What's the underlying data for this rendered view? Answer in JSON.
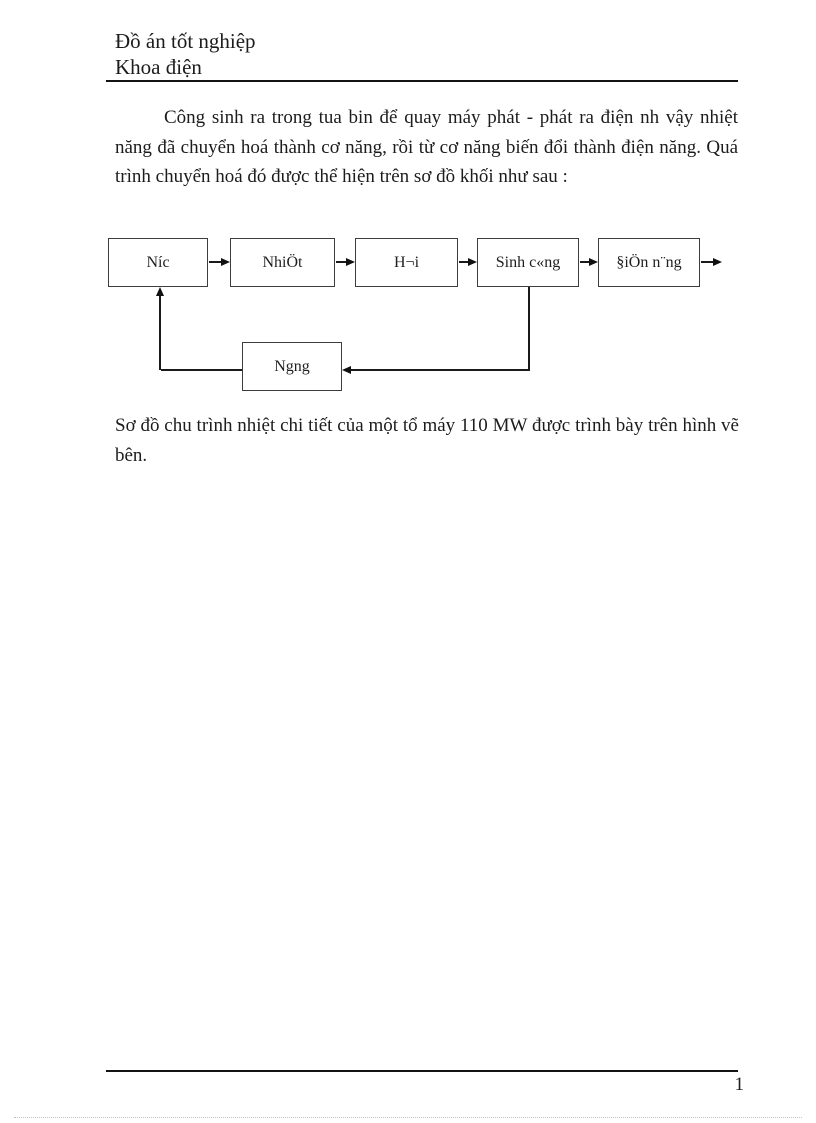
{
  "page": {
    "header": {
      "line1": "Đồ án tốt nghiệp",
      "line2": "Khoa điện"
    },
    "paragraph_intro": "Công sinh ra trong tua bin để quay máy phát - phát ra điện nh  vậy nhiệt năng đã chuyển hoá thành cơ năng, rồi từ cơ năng biến đổi thành điện năng. Quá trình chuyển hoá đó được thể hiện trên sơ đồ khối như sau :",
    "diagram": {
      "boxes": [
        {
          "label": "Níc"
        },
        {
          "label": "NhiÖt"
        },
        {
          "label": "H¬i"
        },
        {
          "label": "Sinh c«ng"
        },
        {
          "label": "§iÖn n¨ng"
        },
        {
          "label": "Ngng"
        }
      ]
    },
    "paragraph_caption": "Sơ đồ chu trình nhiệt chi tiết của một tổ máy 110 MW được trình bày trên hình vẽ bên.",
    "footer": {
      "page_number": "1"
    }
  }
}
